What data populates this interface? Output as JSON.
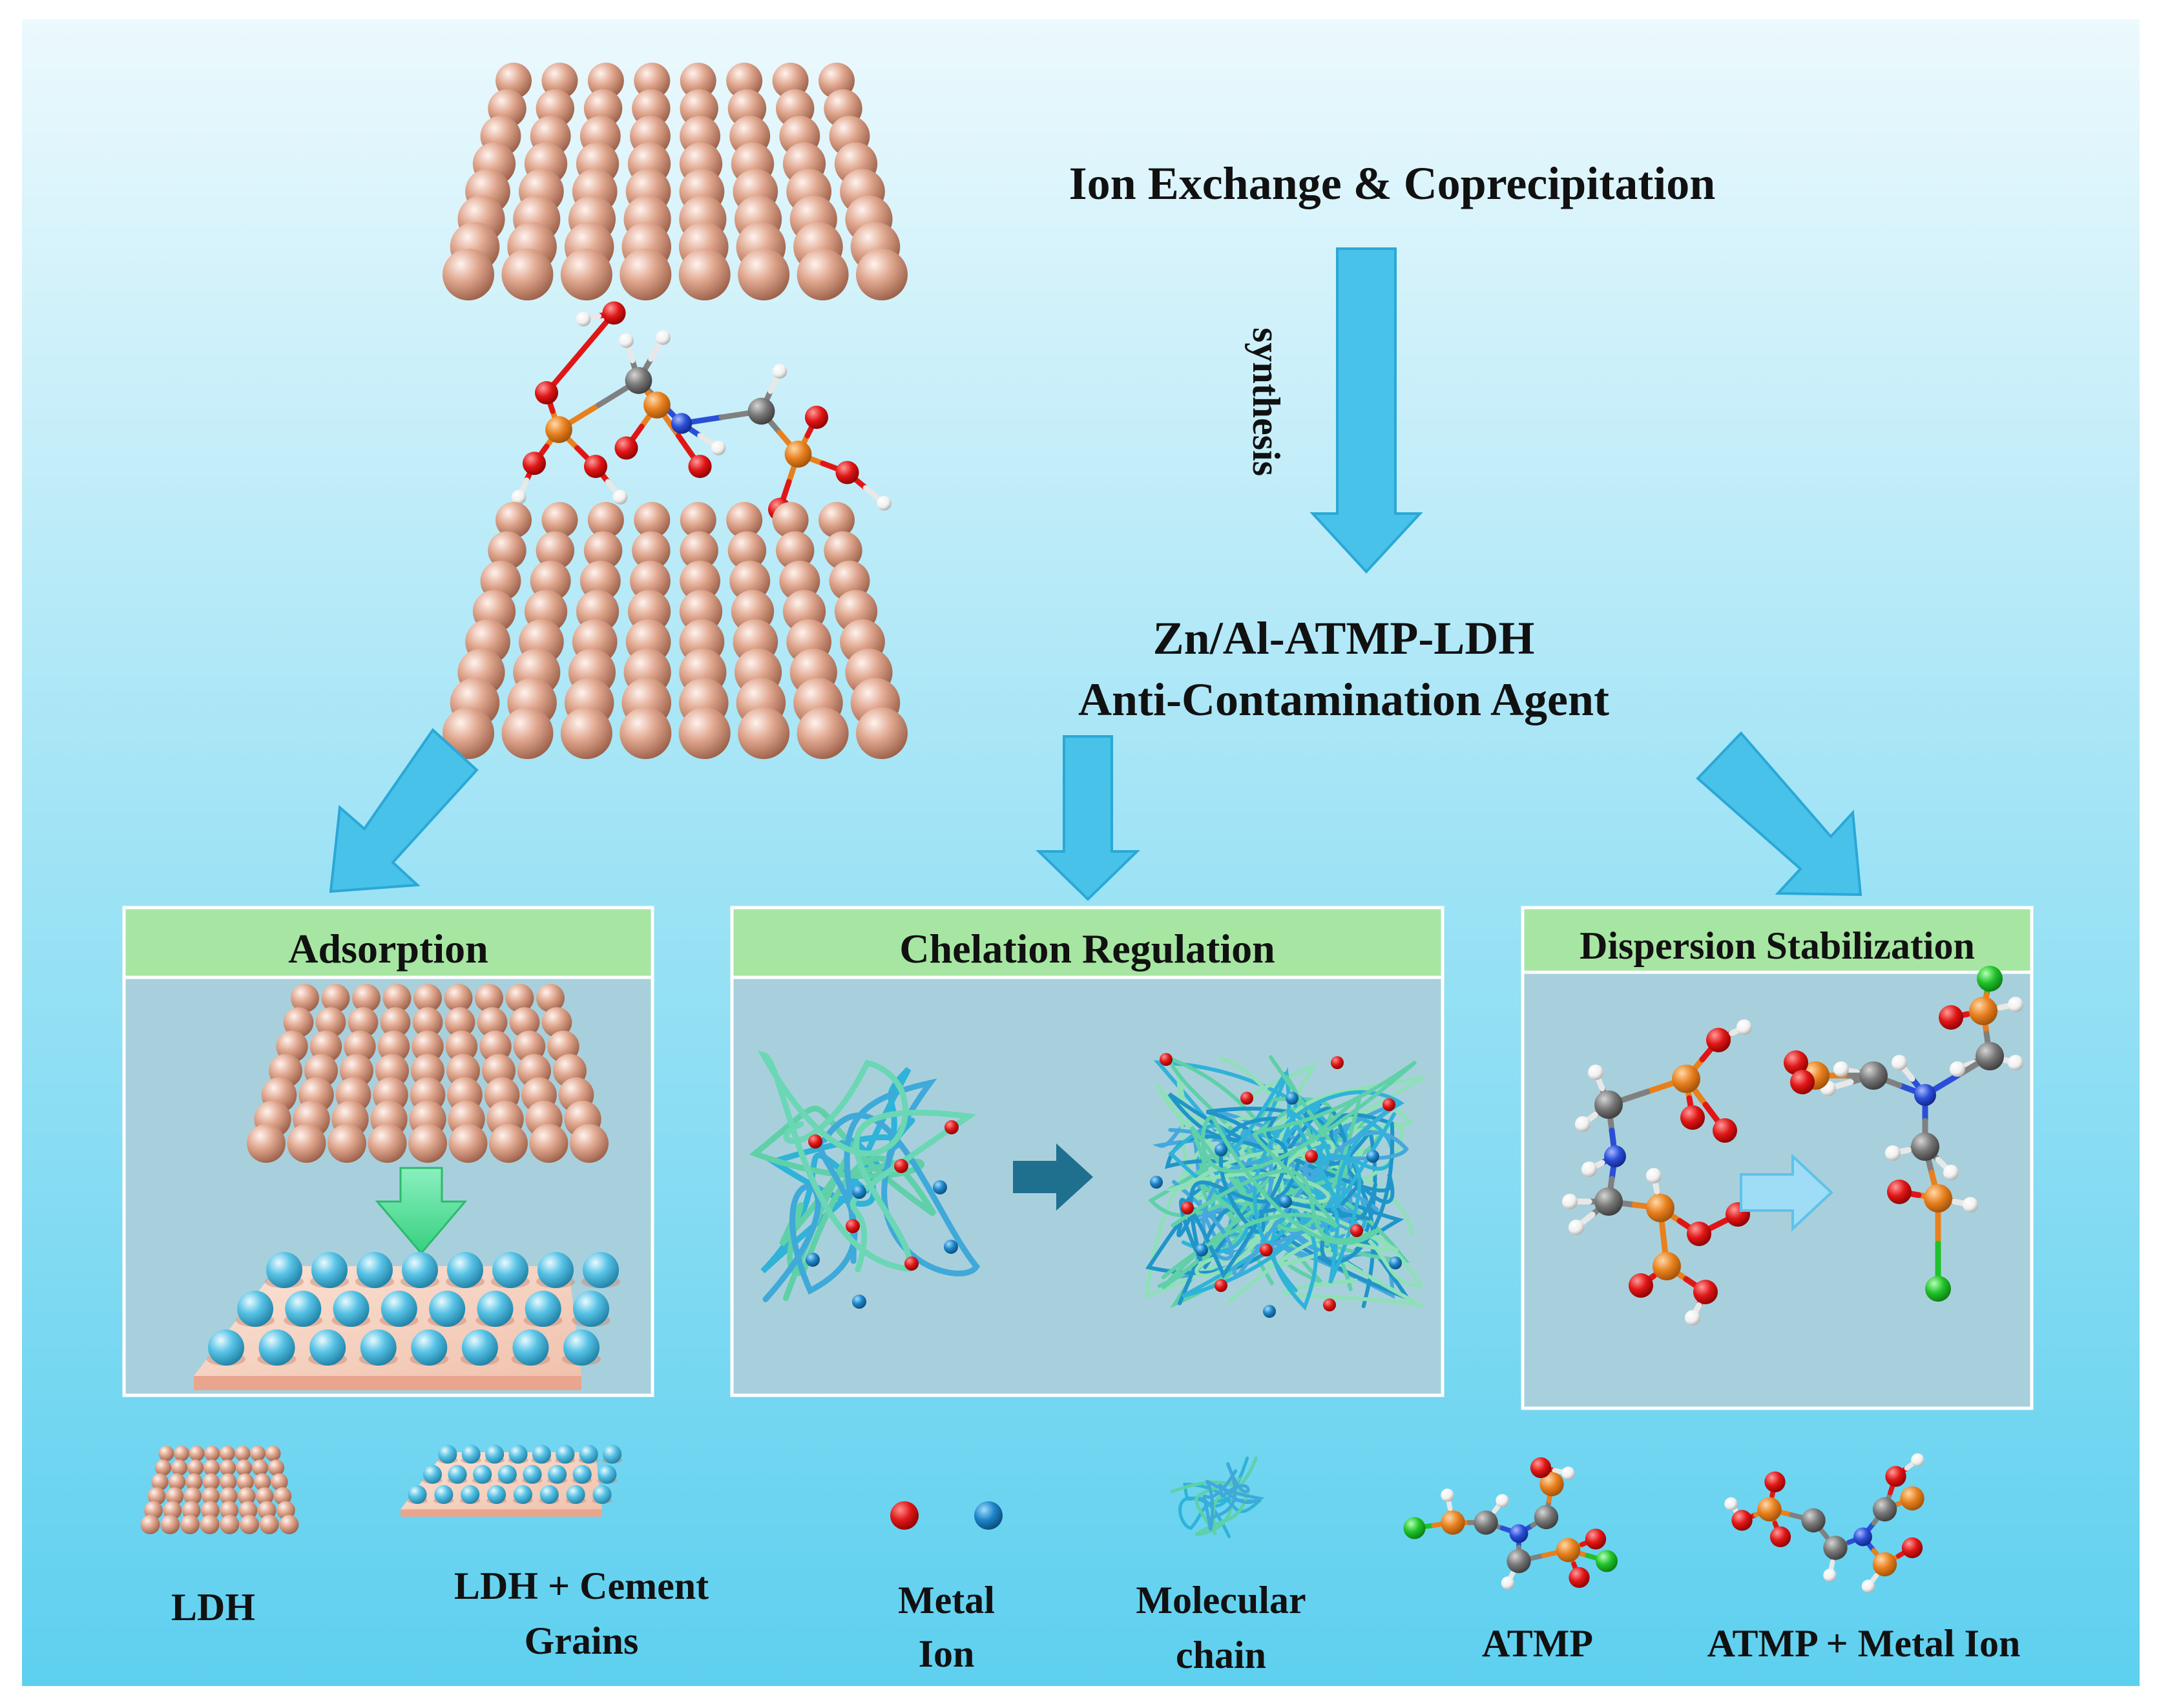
{
  "header": {
    "process": "Ion Exchange & Coprecipitation",
    "arrow_label": "synthesis",
    "product_line1": "Zn/Al-ATMP-LDH",
    "product_line2": "Anti-Contamination Agent"
  },
  "panels": [
    {
      "id": "adsorption",
      "title": "Adsorption"
    },
    {
      "id": "chelation",
      "title": "Chelation Regulation"
    },
    {
      "id": "dispersion",
      "title": "Dispersion Stabilization"
    }
  ],
  "legend": [
    {
      "id": "ldh",
      "lines": [
        "LDH"
      ]
    },
    {
      "id": "ldh-cement",
      "lines": [
        "LDH + Cement",
        "Grains"
      ]
    },
    {
      "id": "metal-ion",
      "lines": [
        "Metal",
        "Ion"
      ]
    },
    {
      "id": "molecular-chain",
      "lines": [
        "Molecular",
        "chain"
      ]
    },
    {
      "id": "atmp",
      "lines": [
        "ATMP"
      ]
    },
    {
      "id": "atmp-metal",
      "lines": [
        "ATMP + Metal Ion"
      ]
    }
  ],
  "colors": {
    "background_top": "#e8f8fc",
    "background_bottom": "#6fd6f1",
    "panel_header": "#a6e6a2",
    "panel_body": "#a7cfdc",
    "arrow": "#49c2ea",
    "ldh_sphere": "#d89a84",
    "cement_sphere": "#4fb9dc",
    "metal_ion_red": "#e01818",
    "metal_ion_blue": "#1c84c7",
    "phosphorus": "#e8801e",
    "oxygen": "#e01616",
    "carbon": "#777777",
    "hydrogen": "#ffffff",
    "nitrogen": "#2a4fd6",
    "chlorine": "#20c22a"
  }
}
